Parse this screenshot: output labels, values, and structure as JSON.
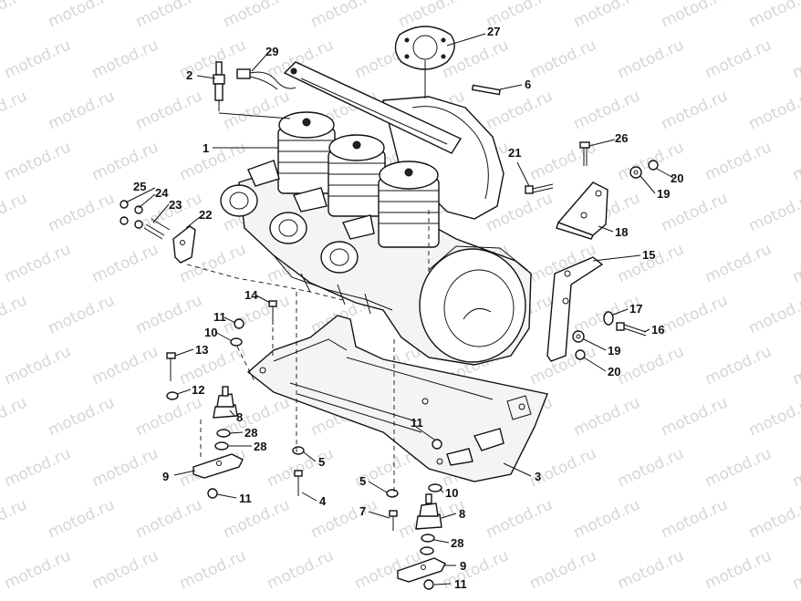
{
  "watermark": "motod.ru",
  "callouts": [
    "1",
    "2",
    "3",
    "4",
    "5",
    "6",
    "7",
    "8",
    "9",
    "10",
    "11",
    "12",
    "13",
    "14",
    "15",
    "16",
    "17",
    "18",
    "19",
    "20",
    "21",
    "22",
    "23",
    "24",
    "25",
    "26",
    "27",
    "28",
    "29"
  ]
}
